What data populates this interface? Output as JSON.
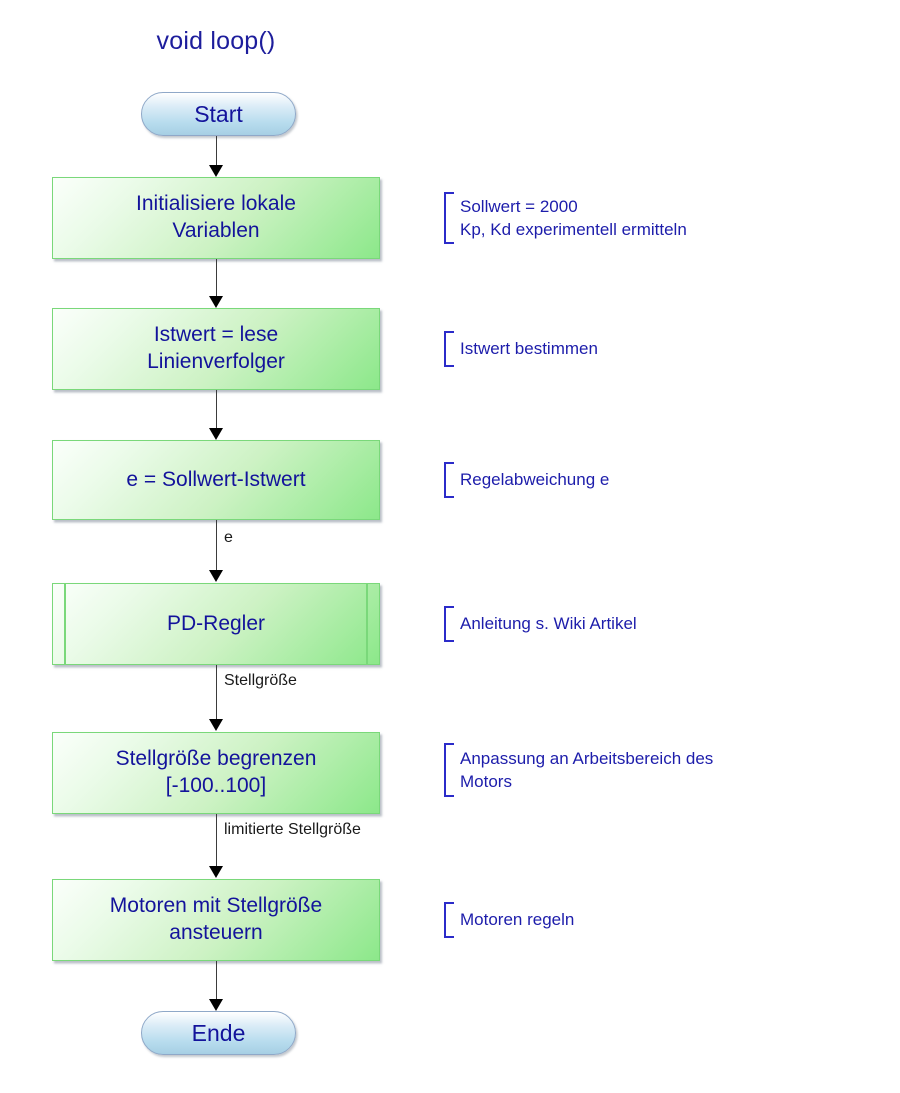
{
  "diagram": {
    "title": "void loop()",
    "colors": {
      "process_fill_light": "#eafbe8",
      "process_fill_dark": "#8ce88a",
      "process_border": "#7ad87a",
      "terminator_fill_light": "#dbecf7",
      "terminator_fill_dark": "#a6cfe4",
      "terminator_border": "#8fa8c8",
      "node_text": "#13139b",
      "annotation_text": "#1d1dab",
      "annotation_bracket": "#2b2bc9",
      "connector": "#3b3b3b",
      "edge_label_text": "#1a1a1a"
    },
    "nodes": [
      {
        "id": "start",
        "type": "terminator",
        "label": "Start"
      },
      {
        "id": "init",
        "type": "process",
        "label": "Initialisiere lokale\nVariablen"
      },
      {
        "id": "read",
        "type": "process",
        "label": "Istwert = lese\nLinienverfolger"
      },
      {
        "id": "error",
        "type": "process",
        "label": "e = Sollwert-Istwert"
      },
      {
        "id": "pd",
        "type": "subroutine",
        "label": "PD-Regler"
      },
      {
        "id": "limit",
        "type": "process",
        "label": "Stellgröße begrenzen\n[-100..100]"
      },
      {
        "id": "motors",
        "type": "process",
        "label": "Motoren mit Stellgröße\nansteuern"
      },
      {
        "id": "end",
        "type": "terminator",
        "label": "Ende"
      }
    ],
    "edge_labels": [
      {
        "id": "e-label",
        "text": "e"
      },
      {
        "id": "stellgroesse",
        "text": "Stellgröße"
      },
      {
        "id": "limitierte",
        "text": "limitierte Stellgröße"
      }
    ],
    "annotations": [
      {
        "id": "note-init",
        "text": "Sollwert = 2000\nKp, Kd experimentell ermitteln"
      },
      {
        "id": "note-read",
        "text": "Istwert bestimmen"
      },
      {
        "id": "note-error",
        "text": "Regelabweichung e"
      },
      {
        "id": "note-pd",
        "text": "Anleitung s. Wiki Artikel"
      },
      {
        "id": "note-limit",
        "text": "Anpassung an Arbeitsbereich des\nMotors"
      },
      {
        "id": "note-motors",
        "text": "Motoren regeln"
      }
    ]
  }
}
